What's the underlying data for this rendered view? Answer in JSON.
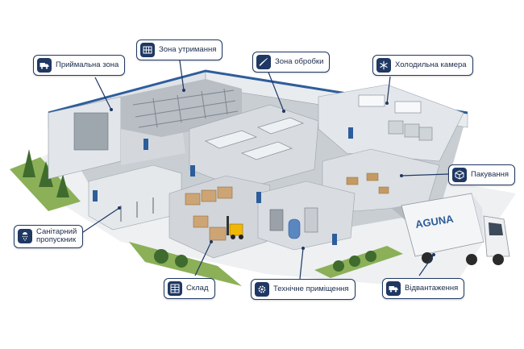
{
  "colors": {
    "navy": "#1f3864",
    "wall": "#e9ecef",
    "floor": "#c9ced3",
    "accent_blue": "#2d5d9b",
    "grass": "#7fa64a",
    "forklift": "#f2b705",
    "truck": "#f4f5f7"
  },
  "truck": {
    "brand": "AGUNA"
  },
  "callouts": [
    {
      "id": "receiving",
      "label": "Приймальна зона",
      "icon": "truck-icon"
    },
    {
      "id": "holding",
      "label": "Зона утримання",
      "icon": "pens-icon"
    },
    {
      "id": "processing",
      "label": "Зона обробки",
      "icon": "knife-icon"
    },
    {
      "id": "cold",
      "label": "Холодильна камера",
      "icon": "snowflake-icon"
    },
    {
      "id": "packing",
      "label": "Пакування",
      "icon": "box-icon"
    },
    {
      "id": "sanitary",
      "label": "Санітарний\nпропускник",
      "icon": "shower-icon"
    },
    {
      "id": "warehouse",
      "label": "Склад",
      "icon": "shelves-icon"
    },
    {
      "id": "technical",
      "label": "Технічне приміщення",
      "icon": "gear-icon"
    },
    {
      "id": "shipping",
      "label": "Відвантаження",
      "icon": "delivery-truck-icon"
    }
  ]
}
